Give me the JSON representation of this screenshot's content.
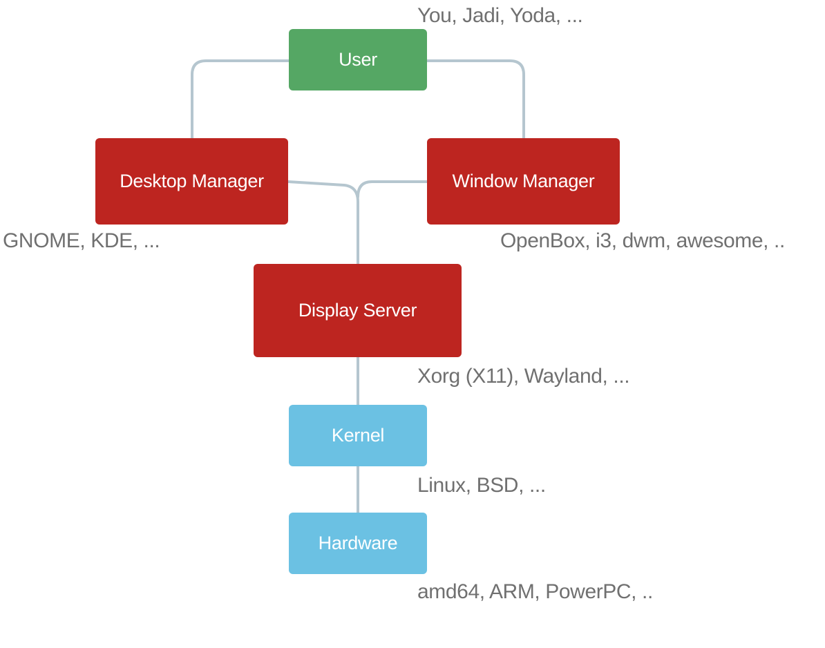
{
  "colors": {
    "user": "#55a764",
    "manager": "#bd2520",
    "kernel": "#6bc1e3",
    "connector": "#b5c6cf",
    "annotation_text": "#707070"
  },
  "nodes": {
    "user": {
      "label": "User",
      "examples": "You, Jadi, Yoda, ..."
    },
    "desktop_manager": {
      "label": "Desktop Manager",
      "examples": "GNOME, KDE, ..."
    },
    "window_manager": {
      "label": "Window Manager",
      "examples": "OpenBox, i3, dwm, awesome, .."
    },
    "display_server": {
      "label": "Display Server",
      "examples": "Xorg (X11), Wayland, ..."
    },
    "kernel": {
      "label": "Kernel",
      "examples": "Linux, BSD, ..."
    },
    "hardware": {
      "label": "Hardware",
      "examples": "amd64, ARM, PowerPC, .."
    }
  }
}
